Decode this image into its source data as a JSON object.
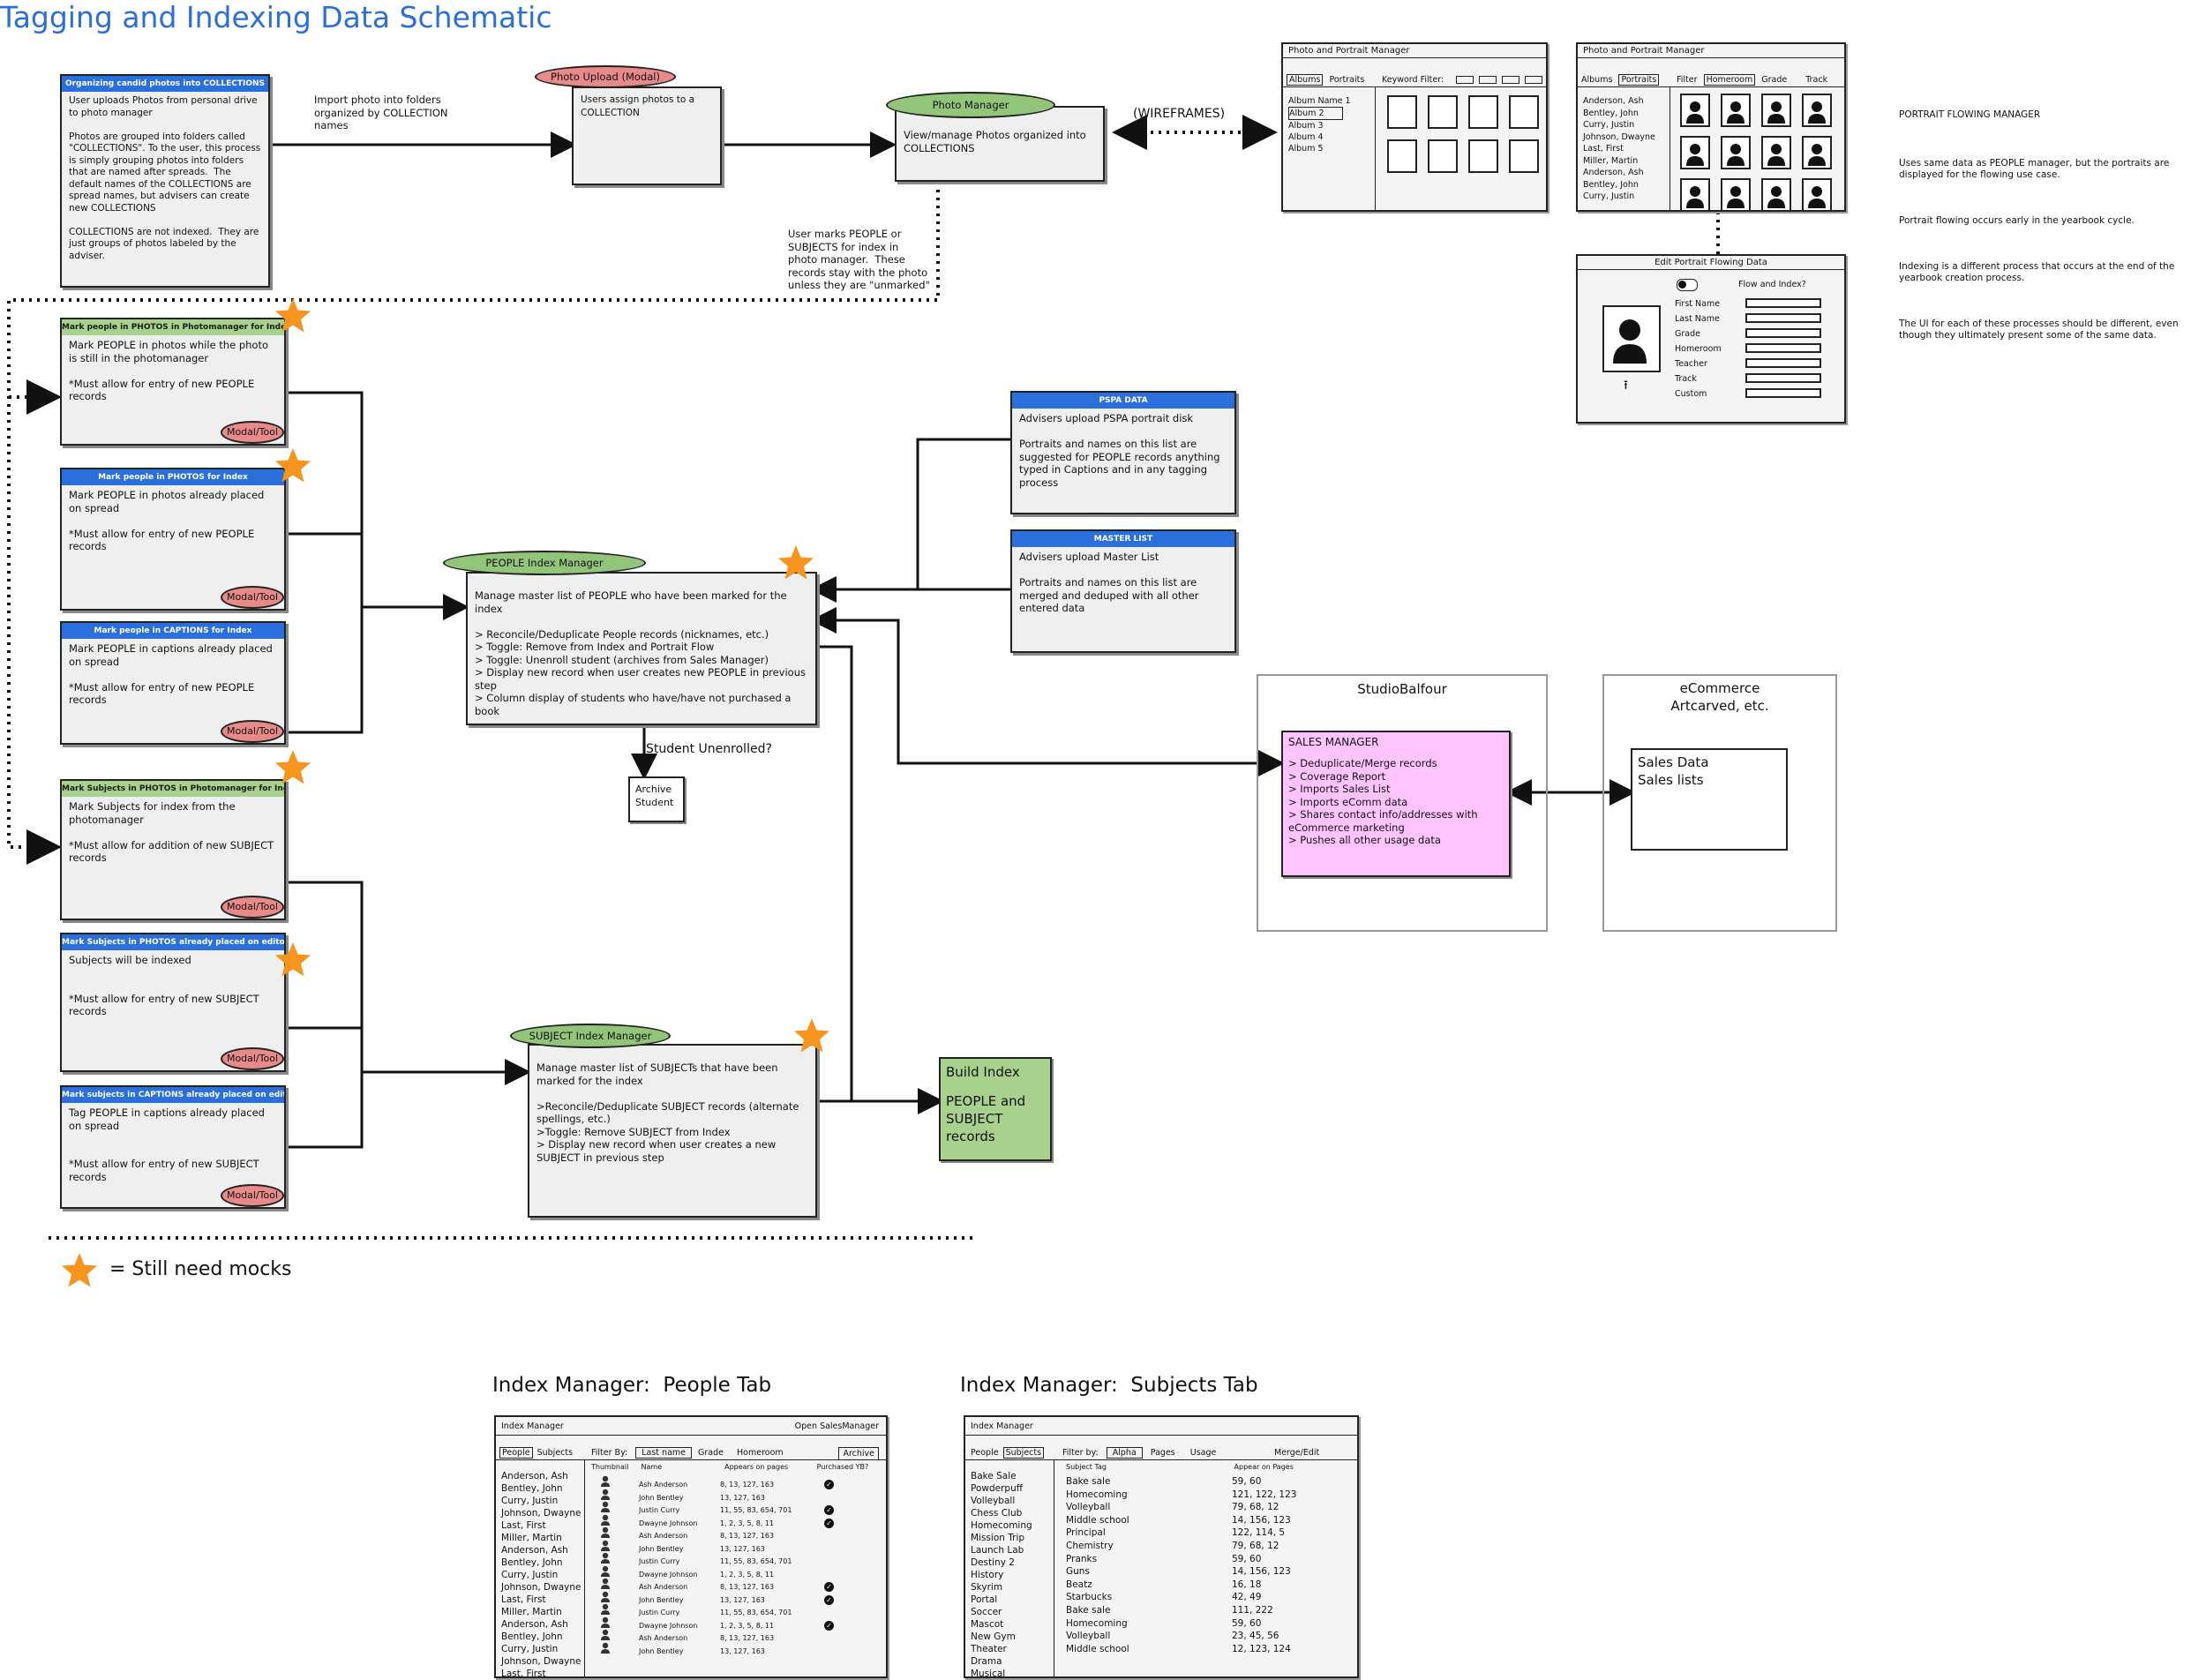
{
  "title": "Tagging and Indexing Data Schematic",
  "colors": {
    "title_blue": "#2a6fdb",
    "header_blue": "#2a6fdb",
    "header_green": "#a9d18e",
    "pill_red": "#e88a8a",
    "pill_green": "#92c57a",
    "sales_pink": "#ffc4ff",
    "star_orange": "#f7941d"
  },
  "top": {
    "organizing_box": {
      "header": "Organizing candid photos into COLLECTIONS",
      "text": "User uploads Photos from personal drive to photo manager\n\nPhotos are grouped into folders called \"COLLECTIONS\". To the user, this process is simply grouping photos into folders that are named after spreads.  The default names of the COLLECTIONS are spread names, but advisers can create new COLLECTIONS\n\nCOLLECTIONS are not indexed.  They are just groups of photos labeled by the adviser."
    },
    "import_label": "Import photo into folders\norganized by COLLECTION\nnames",
    "photo_upload_pill": "Photo Upload (Modal)",
    "photo_upload_text": "Users assign photos to a\nCOLLECTION",
    "photo_manager_pill": "Photo Manager",
    "photo_manager_text": "View/manage Photos organized into\nCOLLECTIONS",
    "wireframes_label": "(WIREFRAMES)",
    "user_marks_label": "User marks PEOPLE or\nSUBJECTS for index in\nphoto manager.  These\nrecords stay with the photo\nunless they are \"unmarked\""
  },
  "wireframe1": {
    "title": "Photo and Portrait Manager",
    "tabs": [
      "Albums",
      "Portraits"
    ],
    "keyword_filter": "Keyword Filter:",
    "albums": [
      "Album Name 1",
      "Album 2",
      "Album 3",
      "Album  4",
      "Album  5"
    ]
  },
  "wireframe2": {
    "title": "Photo and Portrait Manager",
    "tabs": [
      "Albums",
      "Portraits"
    ],
    "filter_label": "Filter",
    "filters": [
      "Homeroom",
      "Grade",
      "Track"
    ],
    "names": [
      "Anderson, Ash",
      "Bentley, John",
      "Curry, Justin",
      "Johnson, Dwayne",
      "Last, First",
      "Miller, Martin",
      "Anderson, Ash",
      "Bentley, John",
      "Curry, Justin"
    ]
  },
  "edit_portrait": {
    "title": "Edit Portrait Flowing Data",
    "flow_label": "Flow and Index?",
    "fields": [
      "First Name",
      "Last Name",
      "Grade",
      "Homeroom",
      "Teacher",
      "Track",
      "Custom"
    ]
  },
  "portrait_note": {
    "title": "PORTRAIT FLOWING MANAGER",
    "p1": "Uses same data as PEOPLE manager, but the portraits are displayed for the flowing use case.",
    "p2": "Portrait flowing occurs early in the yearbook cycle.",
    "p3": "Indexing is a different process that occurs at the end of the yearbook creation process.",
    "p4": "The UI for each of these processes should be different, even though they ultimately present some of the same data."
  },
  "mark_boxes": [
    {
      "header": "Mark people in PHOTOS in Photomanager for Index",
      "hdr": "green",
      "text": "Mark PEOPLE in photos while the photo is still in the photomanager\n\n*Must allow for entry of new PEOPLE records",
      "modal": "Modal/Tool"
    },
    {
      "header": "Mark people in PHOTOS for Index",
      "hdr": "blue",
      "text": "Mark PEOPLE in photos already placed on spread\n\n*Must allow for entry of new PEOPLE records",
      "modal": "Modal/Tool"
    },
    {
      "header": "Mark people in CAPTIONS for Index",
      "hdr": "blue",
      "text": "Mark PEOPLE in captions already placed on spread\n\n*Must allow for entry of new PEOPLE records",
      "modal": "Modal/Tool"
    },
    {
      "header": "Mark Subjects in PHOTOS in Photomanager for Index",
      "hdr": "green",
      "text": "Mark Subjects for index from the photomanager\n\n*Must allow for addition of new SUBJECT records",
      "modal": "Modal/Tool"
    },
    {
      "header": "Mark Subjects in PHOTOS already placed on editor",
      "hdr": "blue",
      "text": "Subjects will be indexed\n\n\n*Must allow for entry of new SUBJECT records",
      "modal": "Modal/Tool"
    },
    {
      "header": "Mark subjects in CAPTIONS already placed on editor",
      "hdr": "blue",
      "text": "Tag PEOPLE in captions already placed on spread\n\n\n*Must allow for entry of new SUBJECT records",
      "modal": "Modal/Tool"
    }
  ],
  "pspa": {
    "header": "PSPA DATA",
    "text": "Advisers upload PSPA portrait disk\n\nPortraits and names on this list are suggested for PEOPLE records anything typed in Captions and in any tagging process"
  },
  "master": {
    "header": "MASTER LIST",
    "text": "Advisers upload Master List\n\nPortraits and names on this list are merged and deduped with all other entered data"
  },
  "people_index": {
    "pill": "PEOPLE Index Manager",
    "text": "Manage master list of PEOPLE who have been marked for the index\n\n> Reconcile/Deduplicate People records (nicknames, etc.)\n> Toggle: Remove from Index and Portrait Flow\n> Toggle: Unenroll student (archives from Sales Manager)\n> Display new record when user creates new PEOPLE in previous step\n> Column display of students who have/have not purchased a book"
  },
  "student_unenrolled": "Student Unenrolled?",
  "archive_student": "Archive\nStudent",
  "subject_index": {
    "pill": "SUBJECT Index Manager",
    "text": "Manage master list of SUBJECTs that have been marked for the index\n\n>Reconcile/Deduplicate SUBJECT records (alternate spellings, etc.)\n>Toggle: Remove SUBJECT from Index\n> Display new record when user creates a new SUBJECT in previous step"
  },
  "build_index": {
    "title": "Build Index",
    "text": "PEOPLE and\nSUBJECT\nrecords"
  },
  "studio_balfour": "StudioBalfour",
  "ecommerce": "eCommerce\nArtcarved, etc.",
  "sales_manager": {
    "title": "SALES MANAGER",
    "text": "> Deduplicate/Merge records\n> Coverage Report\n> Imports Sales List\n> Imports eComm data\n> Shares contact info/addresses with eCommerce marketing\n> Pushes all other usage data"
  },
  "sales_data": "Sales Data\nSales lists",
  "legend": "= Still need mocks",
  "people_tab": {
    "caption": "Index Manager:  People Tab",
    "window_title": "Index Manager",
    "open_sales": "Open SalesManager",
    "tabs": [
      "People",
      "Subjects"
    ],
    "filter_by": "Filter By:",
    "filters": [
      "Last name",
      "Grade",
      "Homeroom"
    ],
    "archive": "Archive",
    "left_names": [
      "Anderson, Ash",
      "Bentley, John",
      "Curry, Justin",
      "Johnson, Dwayne",
      "Last, First",
      "Miller, Martin",
      "Anderson, Ash",
      "Bentley, John",
      "Curry, Justin",
      "Johnson, Dwayne",
      "Last, First",
      "Miller, Martin",
      "Anderson, Ash",
      "Bentley, John",
      "Curry, Justin",
      "Johnson, Dwayne",
      "Last, First"
    ],
    "columns": [
      "Thumbnail",
      "Name",
      "Appears on pages",
      "Purchased YB?"
    ],
    "rows": [
      {
        "name": "Ash Anderson",
        "pages": "8, 13, 127, 163",
        "purchased": true
      },
      {
        "name": "John Bentley",
        "pages": "13, 127, 163",
        "purchased": false
      },
      {
        "name": "Justin Curry",
        "pages": "11, 55, 83, 654, 701",
        "purchased": true
      },
      {
        "name": "Dwayne Johnson",
        "pages": "1, 2, 3, 5, 8, 11",
        "purchased": true
      },
      {
        "name": "Ash Anderson",
        "pages": "8, 13, 127, 163",
        "purchased": false
      },
      {
        "name": "John Bentley",
        "pages": "13, 127, 163",
        "purchased": false
      },
      {
        "name": "Justin Curry",
        "pages": "11, 55, 83, 654, 701",
        "purchased": false
      },
      {
        "name": "Dwayne Johnson",
        "pages": "1, 2, 3, 5, 8, 11",
        "purchased": false
      },
      {
        "name": "Ash Anderson",
        "pages": "8, 13, 127, 163",
        "purchased": true
      },
      {
        "name": "John Bentley",
        "pages": "13, 127, 163",
        "purchased": true
      },
      {
        "name": "Justin Curry",
        "pages": "11, 55, 83, 654, 701",
        "purchased": false
      },
      {
        "name": "Dwayne Johnson",
        "pages": "1, 2, 3, 5, 8, 11",
        "purchased": true
      },
      {
        "name": "Ash Anderson",
        "pages": "8, 13, 127, 163",
        "purchased": false
      },
      {
        "name": "John Bentley",
        "pages": "13, 127, 163",
        "purchased": false
      }
    ]
  },
  "subjects_tab": {
    "caption": "Index Manager:  Subjects Tab",
    "window_title": "Index Manager",
    "tabs": [
      "People",
      "Subjects"
    ],
    "filter_by": "Filter by:",
    "filters": [
      "Alpha",
      "Pages",
      "Usage"
    ],
    "merge": "Merge/Edit",
    "left_subjects": [
      "Bake Sale",
      "Powderpuff",
      "Volleyball",
      "Chess Club",
      "Homecoming",
      "Mission Trip",
      "Launch Lab",
      "Destiny 2",
      "History",
      "Skyrim",
      "Portal",
      "Soccer",
      "Mascot",
      "New Gym",
      "Theater",
      "Drama",
      "Musical"
    ],
    "columns": [
      "Subject Tag",
      "Appear on Pages"
    ],
    "rows": [
      {
        "tag": "Bake sale",
        "pages": "59, 60"
      },
      {
        "tag": "Homecoming",
        "pages": "121, 122, 123"
      },
      {
        "tag": "Volleyball",
        "pages": "79, 68, 12"
      },
      {
        "tag": "Middle school",
        "pages": "14, 156, 123"
      },
      {
        "tag": "Principal",
        "pages": "122, 114, 5"
      },
      {
        "tag": "Chemistry",
        "pages": "79, 68, 12"
      },
      {
        "tag": "Pranks",
        "pages": "59, 60"
      },
      {
        "tag": "Guns",
        "pages": "14, 156, 123"
      },
      {
        "tag": "Beatz",
        "pages": "16, 18"
      },
      {
        "tag": "Starbucks",
        "pages": "42, 49"
      },
      {
        "tag": "Bake sale",
        "pages": "111, 222"
      },
      {
        "tag": "Homecoming",
        "pages": "59, 60"
      },
      {
        "tag": "Volleyball",
        "pages": "23, 45, 56"
      },
      {
        "tag": "Middle school",
        "pages": "12, 123, 124"
      }
    ]
  }
}
